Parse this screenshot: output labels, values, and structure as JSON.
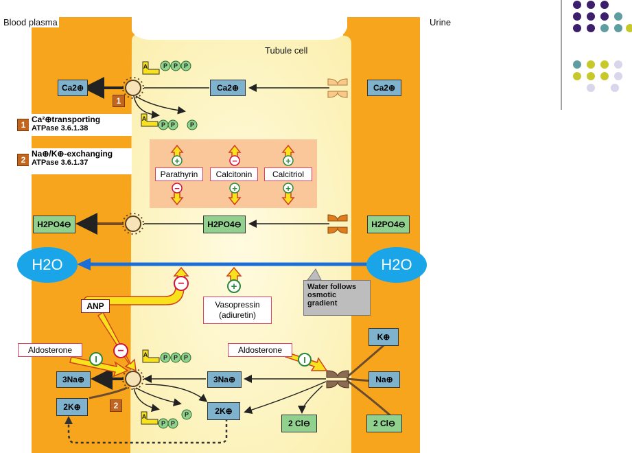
{
  "labels": {
    "blood_plasma": "Blood plasma",
    "urine": "Urine",
    "tubule_cell": "Tubule cell"
  },
  "legend": [
    {
      "num": "1",
      "line1": "Ca²⊕transporting",
      "line2": "ATPase 3.6.1.38"
    },
    {
      "num": "2",
      "line1": "Na⊕/K⊕-exchanging",
      "line2": "ATPase 3.6.1.37"
    }
  ],
  "enzyme_markers": {
    "m1": "1",
    "m2": "2"
  },
  "ions": {
    "ca_blood": "Ca2⊕",
    "ca_cell": "Ca2⊕",
    "ca_urine": "Ca2⊕",
    "phos_blood": "H2PO4⊖",
    "phos_cell": "H2PO4⊖",
    "phos_urine": "H2PO4⊖",
    "na_blood": "3Na⊕",
    "na_cell": "3Na⊕",
    "na_urine": "Na⊕",
    "k_blood": "2K⊕",
    "k_cell": "2K⊕",
    "k_urine": "K⊕",
    "cl_cell": "2 Cl⊖",
    "cl_urine": "2 Cl⊖"
  },
  "hormones": {
    "parathyrin": "Parathyrin",
    "calcitonin": "Calcitonin",
    "calcitriol": "Calcitriol",
    "anp": "ANP",
    "vasopressin_l1": "Vasopressin",
    "vasopressin_l2": "(adiuretin)",
    "aldosterone_left": "Aldosterone",
    "aldosterone_right": "Aldosterone"
  },
  "effects": {
    "plus": "+",
    "minus": "−",
    "inhibit": "I"
  },
  "water": {
    "left": "H2O",
    "right": "H2O"
  },
  "callout": {
    "l1": "Water follows",
    "l2": "osmotic",
    "l3": "gradient"
  },
  "atp": {
    "a": "A",
    "p": "P"
  },
  "colors": {
    "orange": "#f7a51c",
    "cell": "#fdf6c4",
    "water": "#1aa5e8",
    "dots_purple": "#3d1e6d",
    "dots_teal": "#5f9ea0",
    "dots_lime": "#c6c929",
    "dots_lav": "#d8d6ea"
  }
}
